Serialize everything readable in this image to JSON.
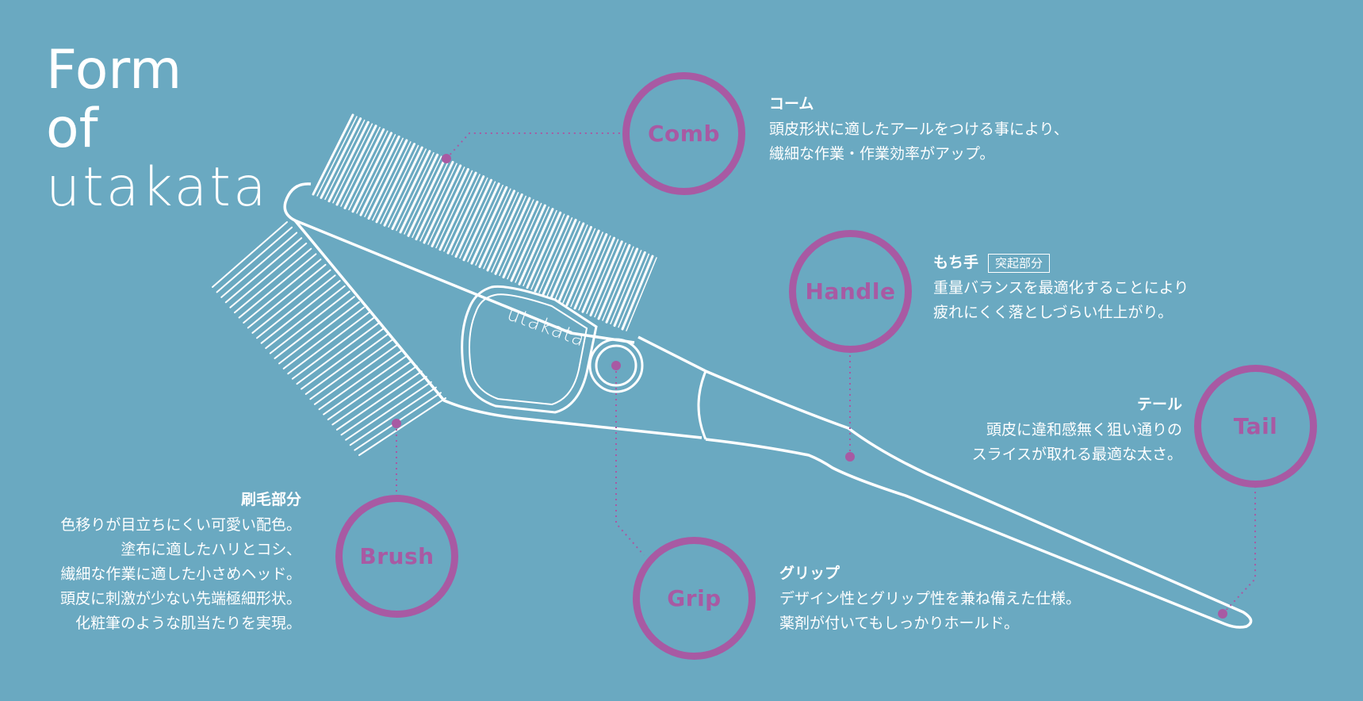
{
  "title": {
    "line1": "Form",
    "line2": "of",
    "line3": "utakata"
  },
  "brush_logo": "utakata",
  "parts": {
    "comb": {
      "bubble": "Comb",
      "heading": "コーム",
      "lines": [
        "頭皮形状に適したアールをつける事により、",
        "繊細な作業・作業効率がアップ。"
      ]
    },
    "handle": {
      "bubble": "Handle",
      "heading": "もち手",
      "tag": "突起部分",
      "lines": [
        "重量バランスを最適化することにより",
        "疲れにくく落としづらい仕上がり。"
      ]
    },
    "tail": {
      "bubble": "Tail",
      "heading": "テール",
      "lines": [
        "頭皮に違和感無く狙い通りの",
        "スライスが取れる最適な太さ。"
      ]
    },
    "brush": {
      "bubble": "Brush",
      "heading": "刷毛部分",
      "lines": [
        "色移りが目立ちにくい可愛い配色。",
        "塗布に適したハリとコシ、",
        "繊細な作業に適した小さめヘッド。",
        "頭皮に刺激が少ない先端極細形状。",
        "化粧筆のような肌当たりを実現。"
      ]
    },
    "grip": {
      "bubble": "Grip",
      "heading": "グリップ",
      "lines": [
        "デザイン性とグリップ性を兼ね備えた仕様。",
        "薬剤が付いてもしっかりホールド。"
      ]
    }
  },
  "colors": {
    "background": "#6aa9c1",
    "accent": "#a85aa3",
    "outline": "#ffffff"
  }
}
